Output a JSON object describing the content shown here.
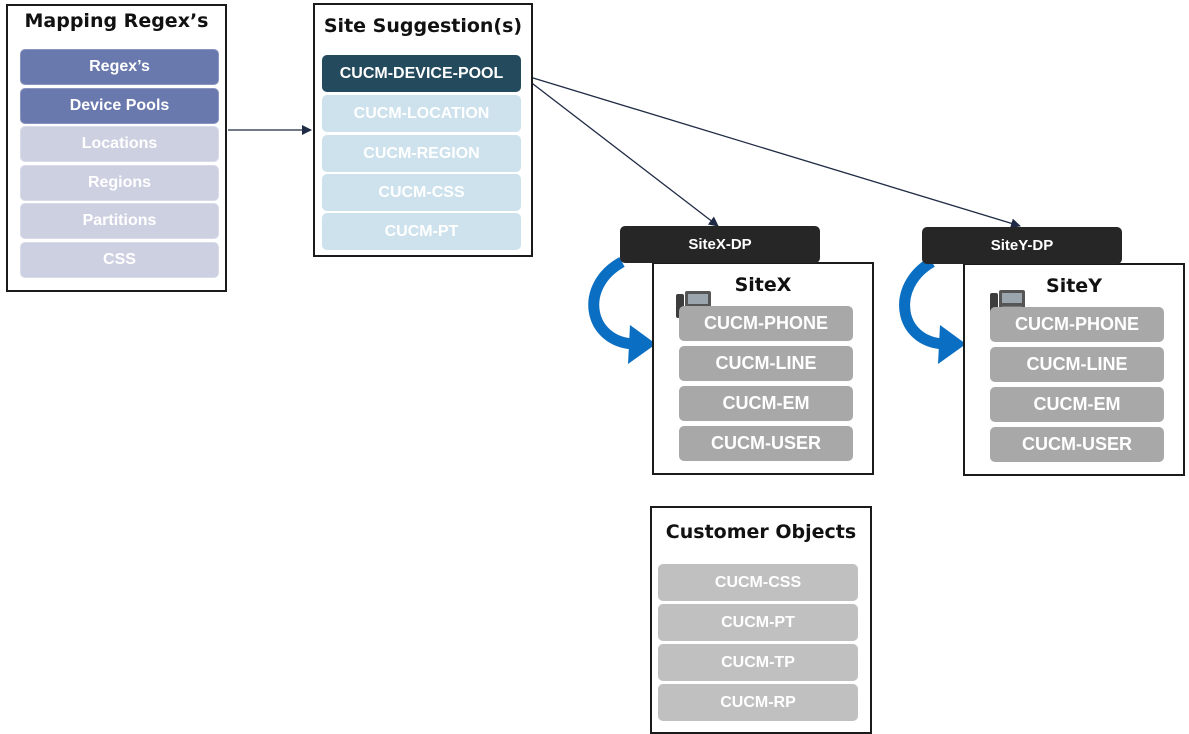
{
  "mapping": {
    "title": "Mapping Regex’s",
    "items": [
      {
        "label": "Regex’s",
        "active": true
      },
      {
        "label": "Device Pools",
        "active": true
      },
      {
        "label": "Locations",
        "active": false
      },
      {
        "label": "Regions",
        "active": false
      },
      {
        "label": "Partitions",
        "active": false
      },
      {
        "label": "CSS",
        "active": false
      }
    ]
  },
  "suggestions": {
    "title": "Site Suggestion(s)",
    "items": [
      {
        "label": "CUCM-DEVICE-POOL",
        "active": true
      },
      {
        "label": "CUCM-LOCATION",
        "active": false
      },
      {
        "label": "CUCM-REGION",
        "active": false
      },
      {
        "label": "CUCM-CSS",
        "active": false
      },
      {
        "label": "CUCM-PT",
        "active": false
      }
    ]
  },
  "sites": [
    {
      "tag": "SiteX-DP",
      "title": "SiteX",
      "icon": "desk-phone-icon",
      "items": [
        "CUCM-PHONE",
        "CUCM-LINE",
        "CUCM-EM",
        "CUCM-USER"
      ]
    },
    {
      "tag": "SiteY-DP",
      "title": "SiteY",
      "icon": "desk-phone-icon",
      "items": [
        "CUCM-PHONE",
        "CUCM-LINE",
        "CUCM-EM",
        "CUCM-USER"
      ]
    }
  ],
  "customer": {
    "title": "Customer Objects",
    "items": [
      "CUCM-CSS",
      "CUCM-PT",
      "CUCM-TP",
      "CUCM-RP"
    ]
  },
  "colors": {
    "mapping_active": "#6a79ad",
    "mapping_inactive": "#cdd0e1",
    "suggestion_active": "#244a5e",
    "suggestion_inactive": "#cde2ec",
    "site_item": "#a8a8a8",
    "customer_item": "#c0c0c0",
    "dp_tag": "#262626",
    "loop_arrow": "#0a6fc2",
    "connector": "#1f2a44"
  }
}
